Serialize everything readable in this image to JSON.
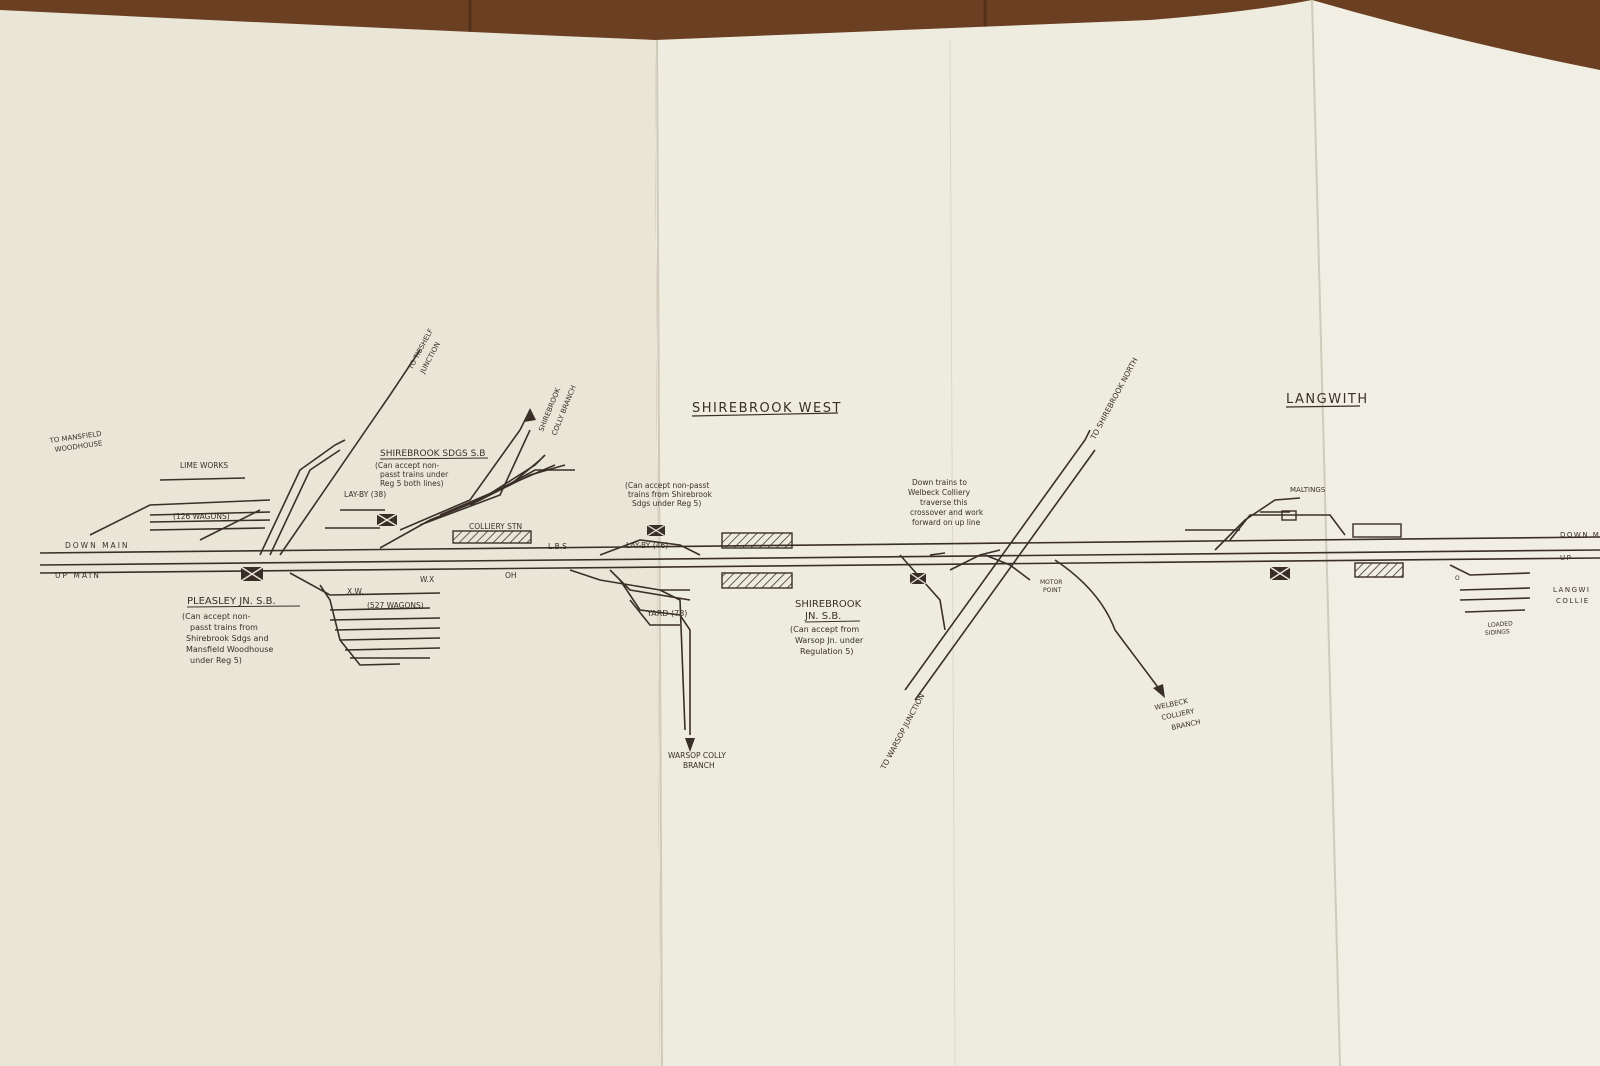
{
  "colors": {
    "wood": "#6b3f22",
    "paper_left": "#ece9dc",
    "paper_right": "#efece1",
    "ink": "#3a2f28"
  },
  "labels": {
    "title": "SHIREBROOK WEST",
    "langwith": "LANGWITH",
    "to_mansfield": [
      "TO MANSFIELD",
      "WOODHOUSE"
    ],
    "to_tibshelf": [
      "TO TIBSHELF",
      "JUNCTION"
    ],
    "shirebrook_colly": [
      "SHIREBROOK",
      "COLLY BRANCH"
    ],
    "lime_works": "LIME WORKS",
    "wagons_126": "(126 WAGONS)",
    "down_main": "DOWN MAIN",
    "up_main": "UP MAIN",
    "lay_by_38": "LAY-BY (38)",
    "shirebrook_sdgs_sb": "SHIREBROOK SDGS S.B",
    "sdgs_note": [
      "(Can accept non-",
      "passt trains under",
      "Reg 5 both lines)"
    ],
    "colliery_stn": "COLLIERY STN",
    "lbs": "L.B.S",
    "can_accept_note": [
      "(Can accept non-passt",
      "trains from Shirebrook",
      "Sdgs under Reg 5)"
    ],
    "lay_by_46": "LAY-BY (46)",
    "xw": "X.W.",
    "wx": "W.X",
    "oh": "OH",
    "wagons_527": "(527 WAGONS)",
    "pleasley_sb": "PLEASLEY JN. S.B.",
    "pleasley_note": [
      "(Can accept non-",
      "passt trains from",
      "Shirebrook Sdgs and",
      "Mansfield Woodhouse",
      "under Reg 5)"
    ],
    "yard_78": "YARD (78)",
    "warsop_colly": [
      "WARSOP COLLY",
      "BRANCH"
    ],
    "shirebrook_jn_sb": [
      "SHIREBROOK",
      "JN. S.B."
    ],
    "jn_note": [
      "(Can accept from",
      "Warsop Jn. under",
      "Regulation 5)"
    ],
    "down_trains_note": [
      "Down trains to",
      "Welbeck Colliery",
      "traverse this",
      "crossover and work",
      "forward on up line"
    ],
    "to_shirebrook_north": "TO SHIREBROOK NORTH",
    "to_warsop_jn": "TO WARSOP JUNCTION",
    "motor_point": [
      "MOTOR",
      "POINT"
    ],
    "welbeck": [
      "WELBECK",
      "COLLIERY",
      "BRANCH"
    ],
    "maltings": "MALTINGS",
    "down_main_right": "DOWN M",
    "up_right": "UP",
    "langwith_colliery": [
      "LANGWI",
      "COLLIE"
    ],
    "loaded_sidings": [
      "LOADED",
      "SIDINGS"
    ],
    "small_mark": "O"
  }
}
